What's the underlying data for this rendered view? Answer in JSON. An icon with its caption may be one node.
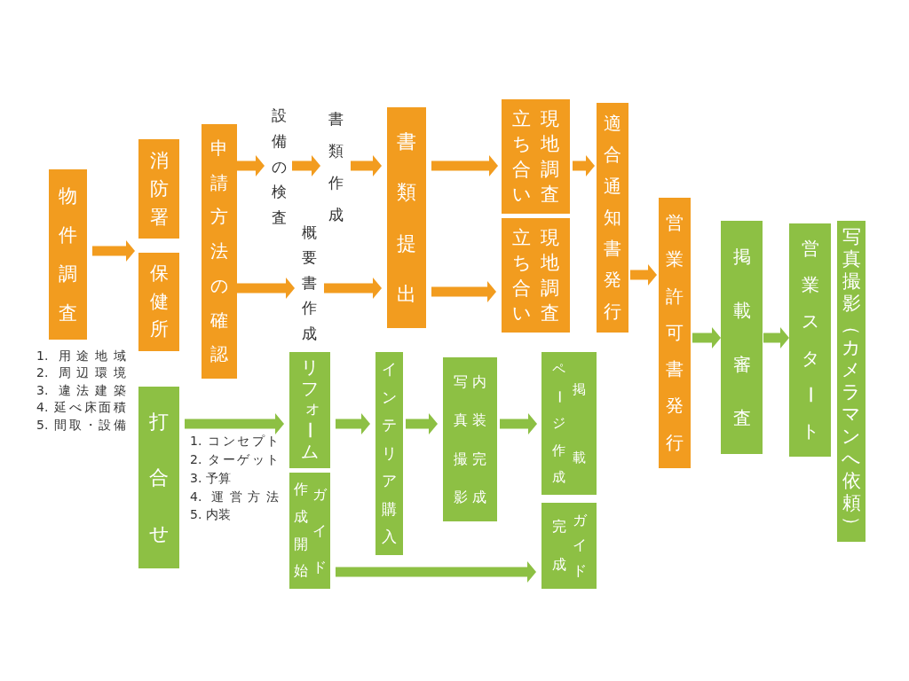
{
  "diagram": {
    "nodes": [
      {
        "text": [
          "物件調査"
        ]
      },
      {
        "text": [
          "消防署"
        ]
      },
      {
        "text": [
          "保健所"
        ]
      },
      {
        "text": [
          "申請方法の確認"
        ]
      },
      {
        "text": [
          "設備の検査"
        ]
      },
      {
        "text": [
          "書類作成"
        ]
      },
      {
        "text": [
          "概要書作成"
        ]
      },
      {
        "text": [
          "書類提出"
        ]
      },
      {
        "text": [
          "現地調査立ち合い"
        ]
      },
      {
        "text": [
          "現地調査立ち合い"
        ]
      },
      {
        "text": [
          "適合通知書発行"
        ]
      },
      {
        "text": [
          "営業許可書発行"
        ]
      },
      {
        "text": [
          "掲載審査"
        ]
      },
      {
        "text": [
          "営業スタート"
        ]
      },
      {
        "text": [
          "写真撮影（カメラマンへ依頼）"
        ]
      },
      {
        "text": [
          "打合せ"
        ]
      },
      {
        "text": [
          "リフォーム"
        ]
      },
      {
        "text": [
          "ガイド作成開始"
        ]
      },
      {
        "text": [
          "インテリア購入"
        ]
      },
      {
        "text": [
          "内装完成写真撮影"
        ]
      },
      {
        "text": [
          "掲載ページ作成"
        ]
      },
      {
        "text": [
          "ガイド完成"
        ]
      }
    ],
    "edges": [
      {
        "from": 0,
        "to": 1,
        "arrow": "to"
      },
      {
        "from": 0,
        "to": 2,
        "arrow": "to"
      },
      {
        "from": 3,
        "to": 4,
        "arrow": "to"
      },
      {
        "from": 3,
        "to": 6,
        "arrow": "to"
      },
      {
        "from": 4,
        "to": 5,
        "arrow": "to"
      },
      {
        "from": 5,
        "to": 7,
        "arrow": "to"
      },
      {
        "from": 6,
        "to": 7,
        "arrow": "to"
      },
      {
        "from": 7,
        "to": 8,
        "arrow": "to"
      },
      {
        "from": 7,
        "to": 9,
        "arrow": "to"
      },
      {
        "from": 8,
        "to": 10,
        "arrow": "to"
      },
      {
        "from": 10,
        "to": 11,
        "arrow": "to"
      },
      {
        "from": 11,
        "to": 12,
        "arrow": "to",
        "color": "#8dc044"
      },
      {
        "from": 12,
        "to": 13,
        "arrow": "to",
        "color": "#8dc044"
      },
      {
        "from": 15,
        "to": 16,
        "arrow": "to",
        "color": "#8dc044"
      },
      {
        "from": 16,
        "to": 18,
        "arrow": "to",
        "color": "#8dc044"
      },
      {
        "from": 18,
        "to": 19,
        "arrow": "to",
        "color": "#8dc044"
      },
      {
        "from": 19,
        "to": 20,
        "arrow": "to",
        "color": "#8dc044"
      },
      {
        "from": 17,
        "to": 21,
        "arrow": "to",
        "color": "#8dc044"
      }
    ],
    "labels": [
      "1. 用途地域",
      "2. 周辺環境",
      "3. 違法建築",
      "4. 延べ床面積",
      "5. 間取・設備",
      "1. コンセプト",
      "2. ターゲット",
      "3. 予算",
      "4. 運営方法",
      "5. 内装"
    ]
  }
}
